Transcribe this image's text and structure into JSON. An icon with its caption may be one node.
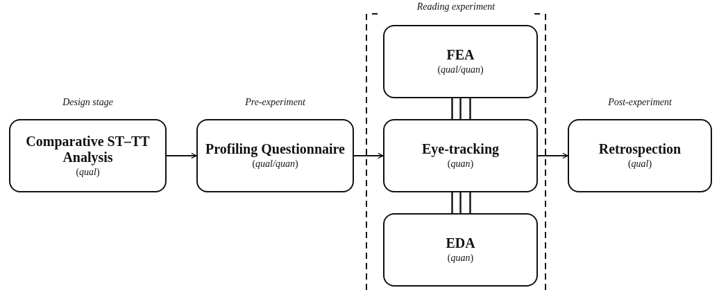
{
  "diagram": {
    "nodes": [
      {
        "text": [
          "Design stage",
          "Comparative ST–TT Analysis",
          "(*qual*)"
        ]
      },
      {
        "text": [
          "Pre-experiment",
          "Profiling Questionnaire",
          "(*qual/quan*)"
        ]
      },
      {
        "text": [
          "Reading experiment"
        ]
      },
      {
        "text": [
          "FEA",
          "(*qual/quan*)"
        ],
        "in": 2
      },
      {
        "text": [
          "Eye-tracking",
          "(*quan*)"
        ],
        "in": 2
      },
      {
        "text": [
          "EDA",
          "(*quan*)"
        ],
        "in": 2
      },
      {
        "text": [
          "Post-experiment",
          "Retrospection",
          "(*qual*)"
        ]
      }
    ],
    "edges": [
      {
        "from": 0,
        "to": 1,
        "arrow": "to"
      },
      {
        "from": 1,
        "to": 4,
        "arrow": "to"
      },
      {
        "from": 4,
        "to": 6,
        "arrow": "to"
      },
      {
        "from": 3,
        "to": 4,
        "arrow": "none"
      },
      {
        "from": 4,
        "to": 5,
        "arrow": "none"
      }
    ]
  }
}
